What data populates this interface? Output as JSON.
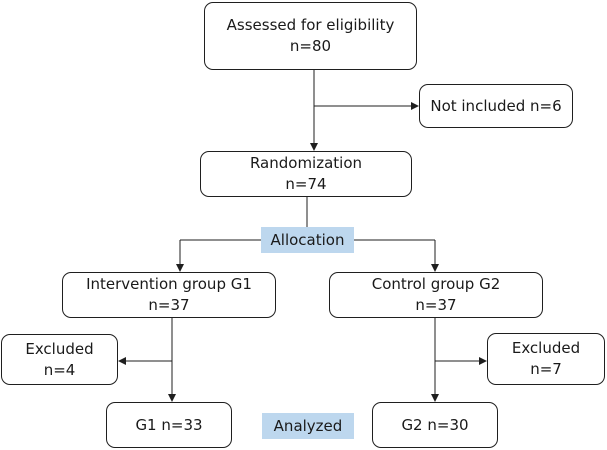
{
  "eligibility": {
    "line1": "Assessed for eligibility",
    "line2": "n=80"
  },
  "not_included": {
    "text": "Not included n=6"
  },
  "randomization": {
    "line1": "Randomization",
    "line2": "n=74"
  },
  "allocation_label": "Allocation",
  "intervention": {
    "line1": "Intervention group G1",
    "line2": "n=37"
  },
  "control": {
    "line1": "Control group G2",
    "line2": "n=37"
  },
  "excluded_left": {
    "line1": "Excluded",
    "line2": "n=4"
  },
  "excluded_right": {
    "line1": "Excluded",
    "line2": "n=7"
  },
  "g1_result": {
    "text": "G1 n=33"
  },
  "analyzed_label": "Analyzed",
  "g2_result": {
    "text": "G2 n=30"
  }
}
